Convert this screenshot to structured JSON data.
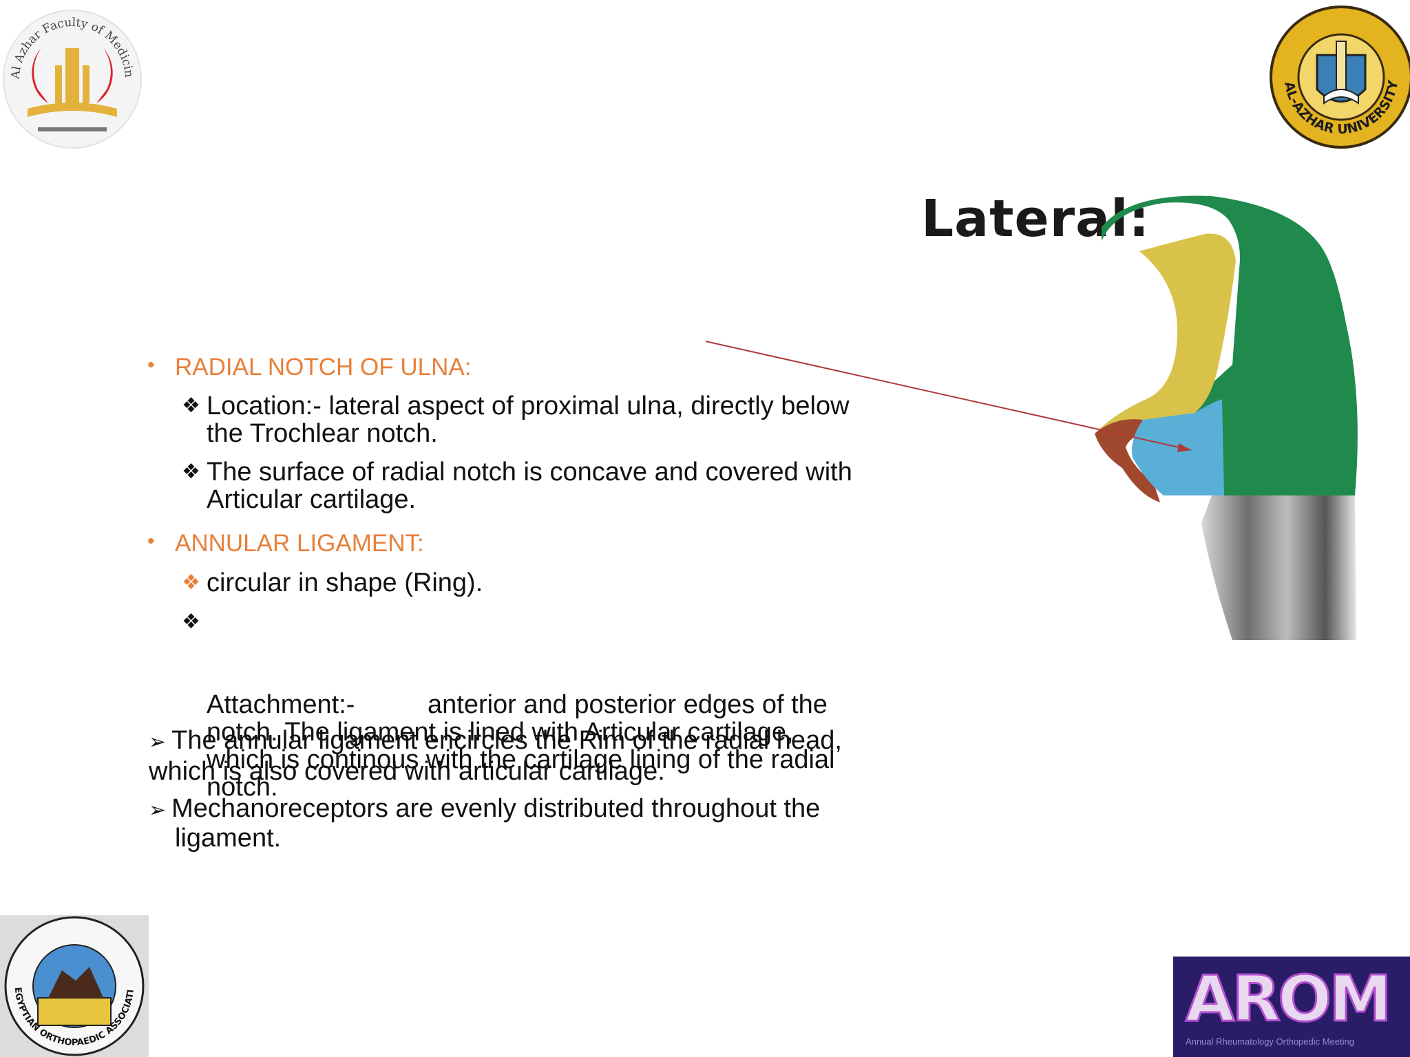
{
  "figure": {
    "title": "Lateral:"
  },
  "sections": {
    "radial_notch": {
      "heading": "RADIAL NOTCH OF ULNA:",
      "items": [
        "Location:- lateral aspect of proximal ulna, directly below the Trochlear notch.",
        "The surface of radial notch is concave and covered with Articular cartilage."
      ]
    },
    "annular_ligament": {
      "heading": "ANNULAR LIGAMENT:",
      "items": [
        "circular in shape (Ring).",
        "Attachment:-          anterior and posterior edges of the notch. The ligament is lined with Articular cartilage, which is continous with the cartilage lining of the radial notch."
      ]
    },
    "notes": [
      "The annular ligament encircles the Rim of the radial head, which is also covered with articular cartilage.",
      "Mechanoreceptors are evenly distributed throughout the ligament."
    ]
  },
  "logos": {
    "faculty": "Al Azhar Faculty of Medicine",
    "university": "AL-AZHAR UNIVERSITY",
    "eoa": "EGYPTIAN ORTHOPAEDIC ASSOCIATION",
    "arom": "AROM",
    "arom_sub": "Annual Rheumatology Orthopedic Meeting"
  },
  "colors": {
    "heading": "#e8803a",
    "olecranon": "#1f8a4c",
    "trochlear": "#d9c24a",
    "radial_notch": "#5aafd6",
    "arrow": "#b03a3a",
    "arom_bg": "#2a1c66"
  },
  "icons": {
    "bullet": "•",
    "diamond": "❖",
    "arrow": "➢"
  }
}
